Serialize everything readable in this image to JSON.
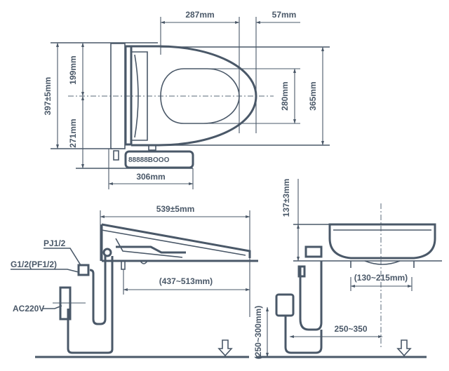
{
  "title": "Smart toilet seat installation dimension drawing",
  "top_view": {
    "dim_length": "287mm",
    "dim_front": "57mm",
    "dim_total_width": "397±5mm",
    "dim_upper": "199mm",
    "dim_lower": "271mm",
    "dim_opening": "280mm",
    "dim_seat_width": "365mm",
    "dim_panel": "306mm",
    "panel_display": "88888BOOO"
  },
  "side_view": {
    "dim_total_length": "539±5mm",
    "dim_mount_range": "(437~513mm)",
    "label_pj": "PJ1/2",
    "label_g": "G1/2(PF1/2)",
    "label_power": "AC220V"
  },
  "front_view": {
    "dim_height": "137±3mm",
    "dim_bolt_range": "(130~215mm)",
    "dim_outlet_height": "(250~300mm)",
    "dim_outlet_offset": "250~350"
  },
  "colors": {
    "line": "#4a5868",
    "background": "#ffffff"
  }
}
